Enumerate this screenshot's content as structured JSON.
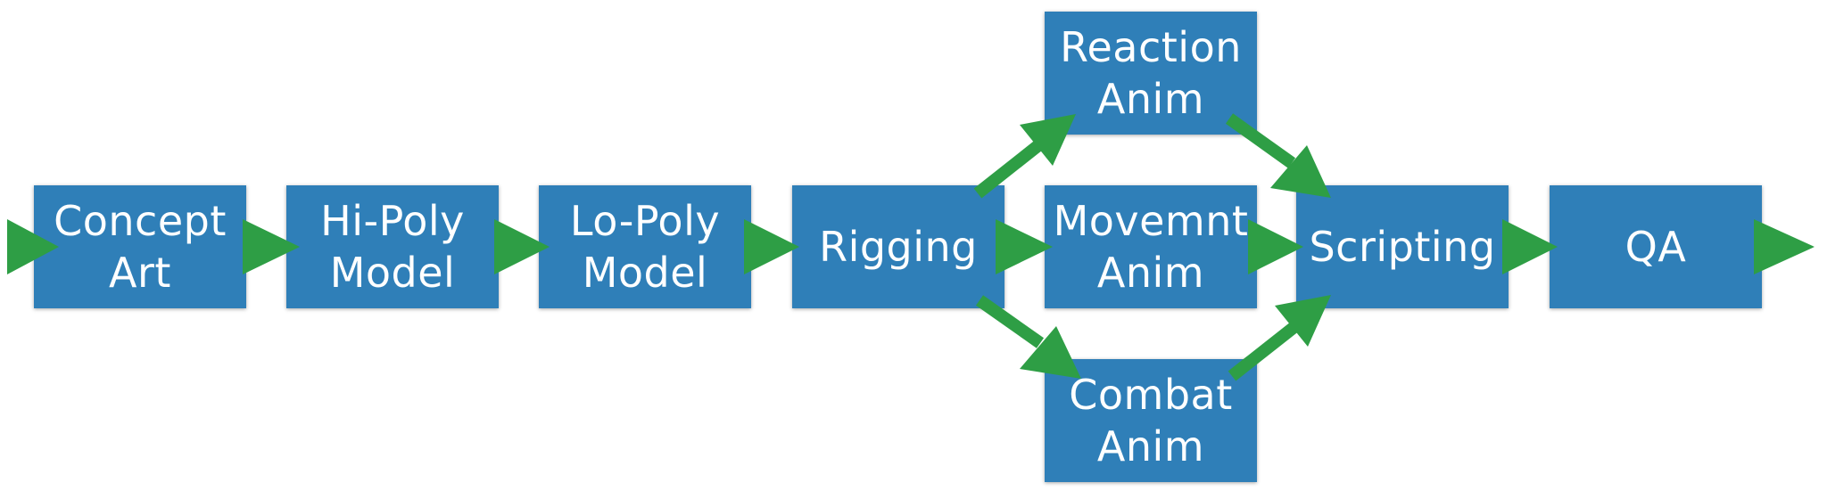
{
  "nodes": {
    "concept_art": {
      "line1": "Concept",
      "line2": "Art"
    },
    "hi_poly_model": {
      "line1": "Hi-Poly",
      "line2": "Model"
    },
    "lo_poly_model": {
      "line1": "Lo-Poly",
      "line2": "Model"
    },
    "rigging": {
      "line1": "Rigging"
    },
    "reaction_anim": {
      "line1": "Reaction",
      "line2": "Anim"
    },
    "movement_anim": {
      "line1": "Movemnt",
      "line2": "Anim"
    },
    "combat_anim": {
      "line1": "Combat",
      "line2": "Anim"
    },
    "scripting": {
      "line1": "Scripting"
    },
    "qa": {
      "line1": "QA"
    }
  },
  "edges": [
    {
      "from": "",
      "to": "concept_art"
    },
    {
      "from": "concept_art",
      "to": "hi_poly_model"
    },
    {
      "from": "hi_poly_model",
      "to": "lo_poly_model"
    },
    {
      "from": "lo_poly_model",
      "to": "rigging"
    },
    {
      "from": "rigging",
      "to": "reaction_anim"
    },
    {
      "from": "rigging",
      "to": "movement_anim"
    },
    {
      "from": "rigging",
      "to": "combat_anim"
    },
    {
      "from": "reaction_anim",
      "to": "scripting"
    },
    {
      "from": "movement_anim",
      "to": "scripting"
    },
    {
      "from": "combat_anim",
      "to": "scripting"
    },
    {
      "from": "scripting",
      "to": "qa"
    },
    {
      "from": "qa",
      "to": ""
    }
  ],
  "colors": {
    "node_fill": "#2f7fb8",
    "node_text": "#ffffff",
    "arrow": "#2e9e45"
  }
}
